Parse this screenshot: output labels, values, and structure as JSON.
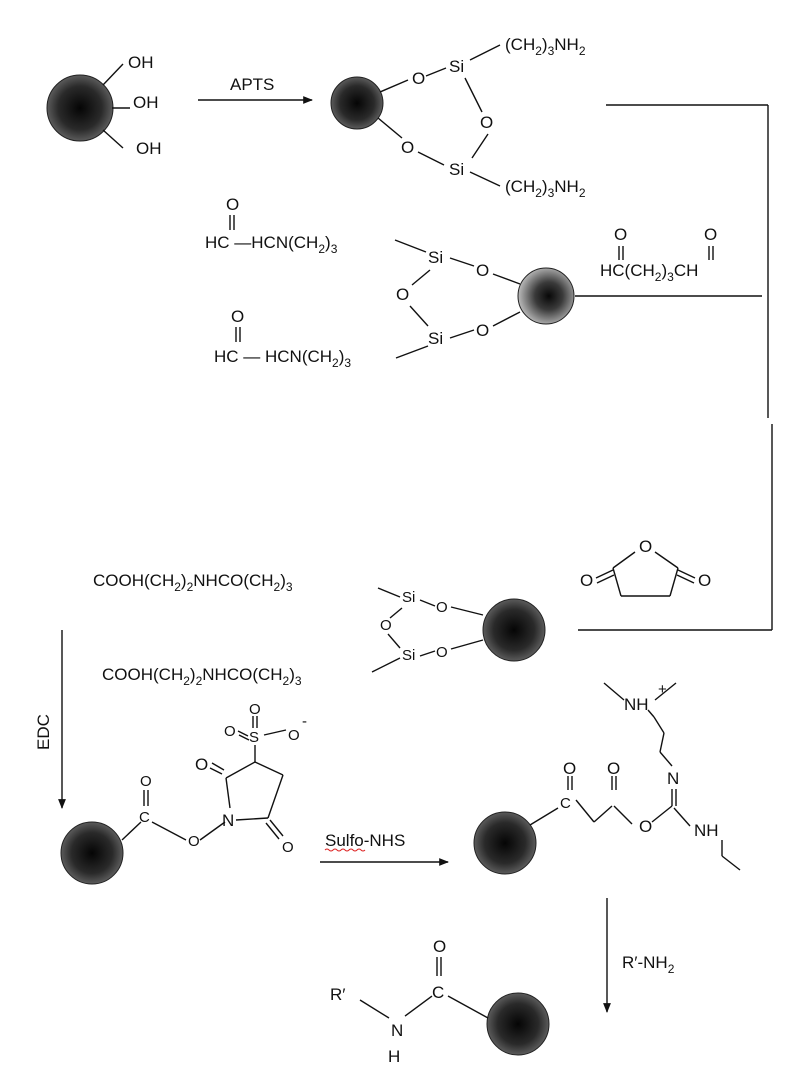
{
  "labels": {
    "oh1": "OH",
    "oh2": "OH",
    "oh3": "OH",
    "apts": "APTS",
    "si": "Si",
    "o": "O",
    "nh2": "NH",
    "two": "2",
    "three": "3",
    "ch2_open": "(CH",
    "ch2_close": ")",
    "hc_hcn": "HC —HCN(CH",
    "hc_hcn2": "HC — HCN(CH",
    "hc_gluta_a": "HC(CH",
    "hc_gluta_b": "CH",
    "o_dbl": "O",
    "cooh_a": "COOH(CH",
    "cooh_b": "NHCO(CH",
    "edc": "EDC",
    "sulfo_nhs": "Sulfo-NHS",
    "s": "S",
    "minus": "-",
    "n": "N",
    "c": "C",
    "nh_plus": "NH",
    "plus": "+",
    "nh": "NH",
    "r_nh2": "R′-NH",
    "r_prime": "R′",
    "h": "H"
  }
}
